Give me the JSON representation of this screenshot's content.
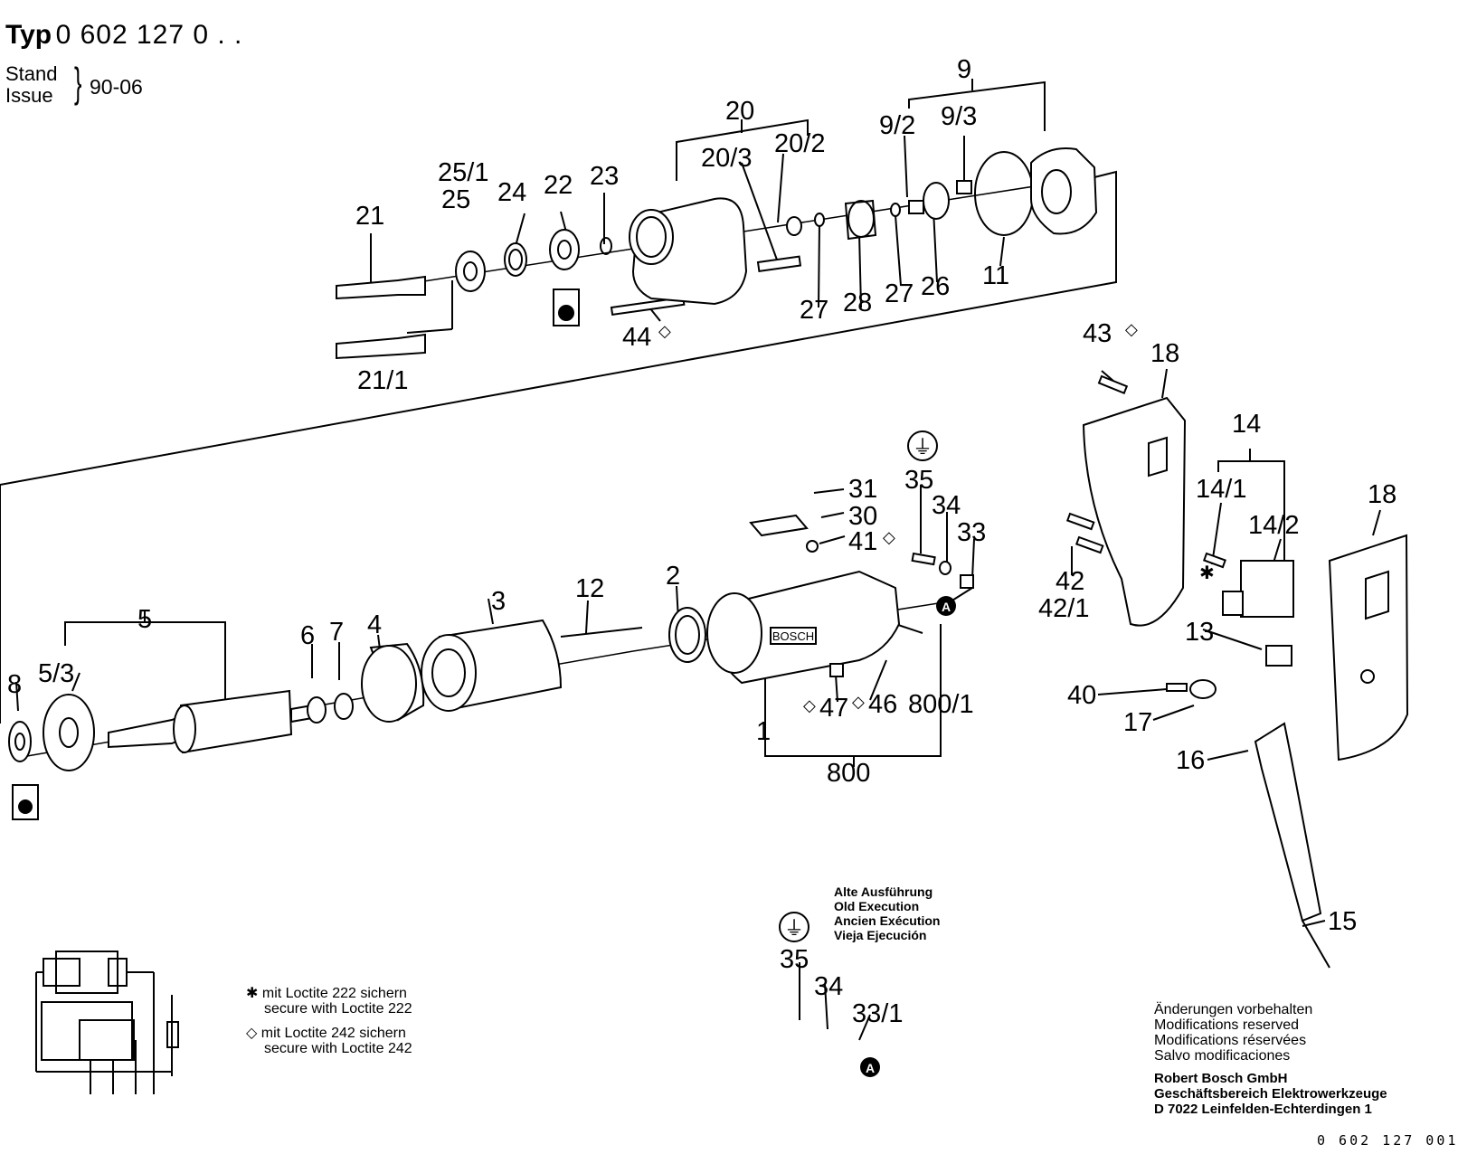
{
  "header": {
    "typ_label": "Typ",
    "type_number": "0 602 127 0 . .",
    "stand_label": "Stand",
    "issue_label": "Issue",
    "date": "90-06"
  },
  "part_labels": [
    "9",
    "9/2",
    "9/3",
    "20",
    "20/3",
    "20/2",
    "25/1",
    "25",
    "24",
    "22",
    "23",
    "21",
    "21/1",
    "44",
    "27",
    "28",
    "27",
    "26",
    "11",
    "43",
    "18",
    "14",
    "14/1",
    "14/2",
    "18",
    "42",
    "42/1",
    "13",
    "40",
    "17",
    "16",
    "15",
    "31",
    "30",
    "41",
    "35",
    "34",
    "33",
    "5",
    "5/3",
    "8",
    "6",
    "7",
    "4",
    "3",
    "12",
    "2",
    "1",
    "47",
    "46",
    "800/1",
    "800",
    "35",
    "34",
    "33/1"
  ],
  "glyphs": {
    "loctite_242": "◇",
    "loctite_222": "✱",
    "ground": "⏚",
    "ref_a": "A",
    "brand": "BOSCH"
  },
  "old_execution": [
    "Alte Ausführung",
    "Old Execution",
    "Ancien Exécution",
    "Vieja Ejecución"
  ],
  "loctite_notes": [
    {
      "symbol": "✱",
      "line1": "mit Loctite 222 sichern",
      "line2": "secure with Loctite 222"
    },
    {
      "symbol": "◇",
      "line1": "mit Loctite 242 sichern",
      "line2": "secure with Loctite 242"
    }
  ],
  "modifications": [
    "Änderungen vorbehalten",
    "Modifications reserved",
    "Modifications réservées",
    "Salvo modificaciones"
  ],
  "company": [
    "Robert Bosch GmbH",
    "Geschäftsbereich Elektrowerkzeuge",
    "D 7022 Leinfelden-Echterdingen 1"
  ],
  "doc_number": "0 602 127 001"
}
